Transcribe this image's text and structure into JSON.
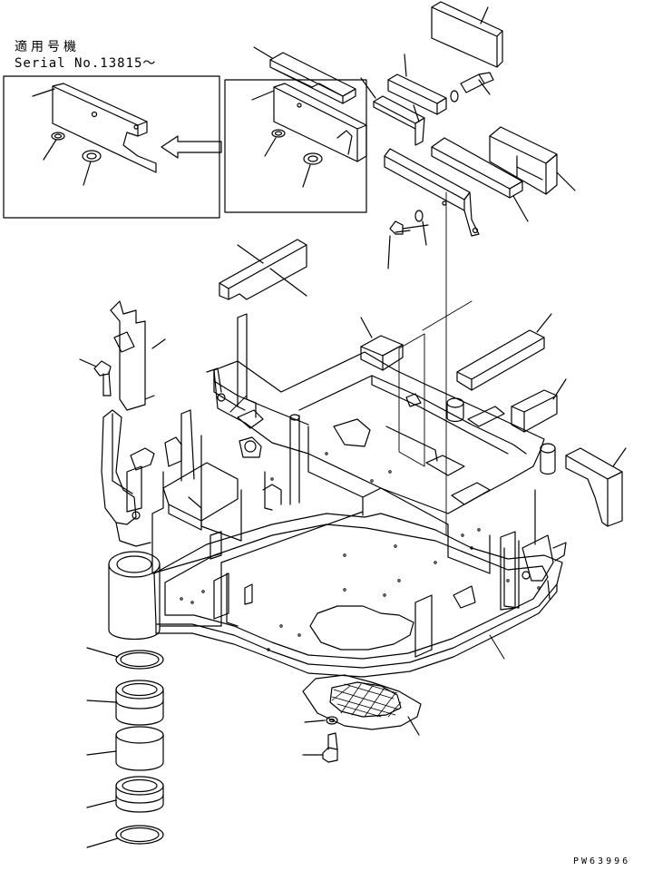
{
  "serial_note": {
    "japanese": "適用号機",
    "serial": "Serial No.13815～"
  },
  "drawing_code": "PW63996",
  "colors": {
    "line": "#000000",
    "background": "#ffffff"
  }
}
